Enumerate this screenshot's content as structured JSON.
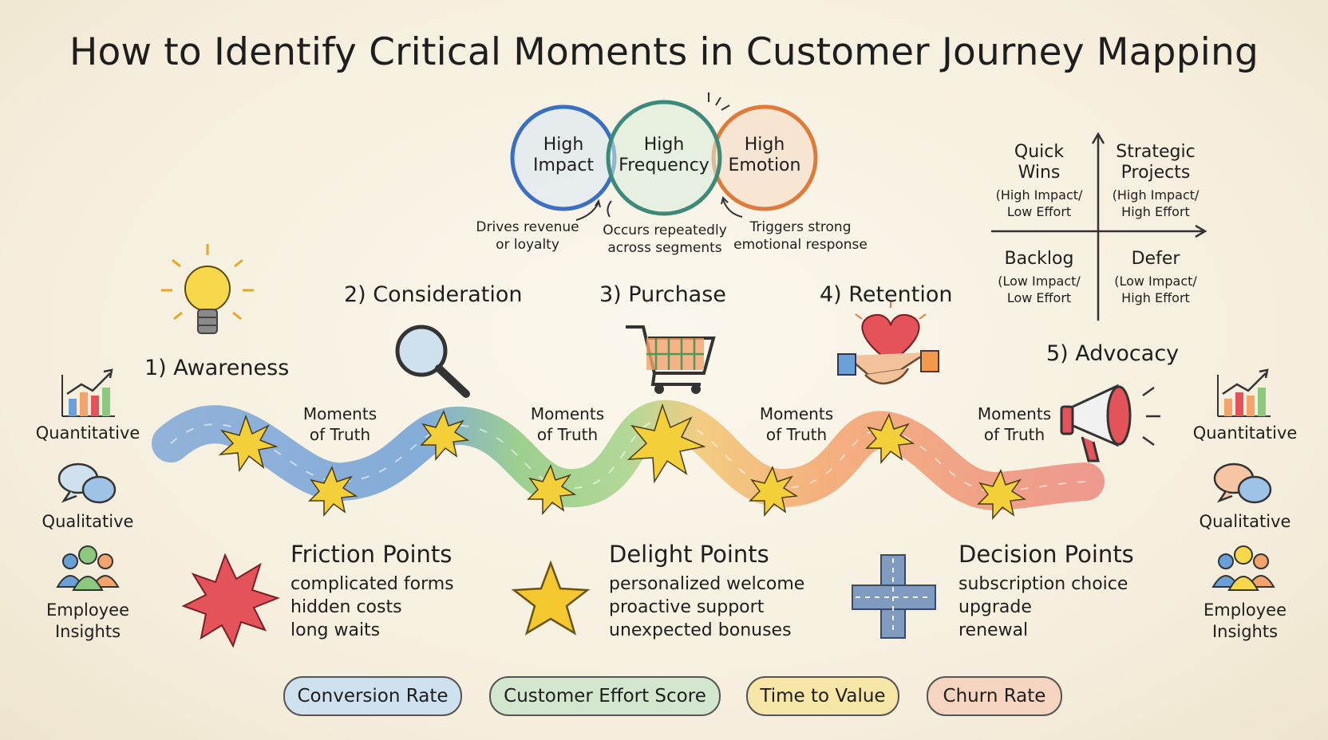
{
  "title": "How to Identify Critical Moments in Customer Journey Mapping",
  "criteria": [
    {
      "label_line1": "High",
      "label_line2": "Impact",
      "note_line1": "Drives revenue",
      "note_line2": "or loyalty",
      "color": "#3b6fc4"
    },
    {
      "label_line1": "High",
      "label_line2": "Frequency",
      "note_line1": "Occurs repeatedly",
      "note_line2": "across segments",
      "color": "#3f9a6a"
    },
    {
      "label_line1": "High",
      "label_line2": "Emotion",
      "note_line1": "Triggers strong",
      "note_line2": "emotional response",
      "color": "#e07a3a"
    }
  ],
  "matrix": {
    "quadrants": [
      {
        "title_line1": "Quick",
        "title_line2": "Wins",
        "sub_line1": "(High Impact/",
        "sub_line2": "Low Effort"
      },
      {
        "title_line1": "Strategic",
        "title_line2": "Projects",
        "sub_line1": "(High Impact/",
        "sub_line2": "High Effort"
      },
      {
        "title_line1": "Backlog",
        "title_line2": "",
        "sub_line1": "(Low Impact/",
        "sub_line2": "Low Effort"
      },
      {
        "title_line1": "Defer",
        "title_line2": "",
        "sub_line1": "(Low Impact/",
        "sub_line2": "High Effort"
      }
    ]
  },
  "stages": [
    {
      "label": "1) Awareness",
      "icon": "lightbulb-icon"
    },
    {
      "label": "2) Consideration",
      "icon": "magnifying-glass-icon"
    },
    {
      "label": "3) Purchase",
      "icon": "shopping-cart-icon"
    },
    {
      "label": "4) Retention",
      "icon": "heart-handshake-icon"
    },
    {
      "label": "5) Advocacy",
      "icon": "megaphone-icon"
    }
  ],
  "moments_of_truth": {
    "line1": "Moments",
    "line2": "of Truth"
  },
  "research_methods": {
    "quantitative": "Quantitative",
    "qualitative": "Qualitative",
    "employee_line1": "Employee",
    "employee_line2": "Insights"
  },
  "categories": [
    {
      "title": "Friction Points",
      "icon": "starburst-icon",
      "items": [
        "complicated forms",
        "hidden costs",
        "long waits"
      ]
    },
    {
      "title": "Delight Points",
      "icon": "star-icon",
      "items": [
        "personalized welcome",
        "proactive support",
        "unexpected bonuses"
      ]
    },
    {
      "title": "Decision Points",
      "icon": "crossroads-icon",
      "items": [
        "subscription choice",
        "upgrade",
        "renewal"
      ]
    }
  ],
  "metrics": [
    {
      "label": "Conversion Rate",
      "color": "#cfe0ee"
    },
    {
      "label": "Customer Effort Score",
      "color": "#d3e7cf"
    },
    {
      "label": "Time to Value",
      "color": "#f6e6a8"
    },
    {
      "label": "Churn Rate",
      "color": "#f6d5c0"
    }
  ]
}
